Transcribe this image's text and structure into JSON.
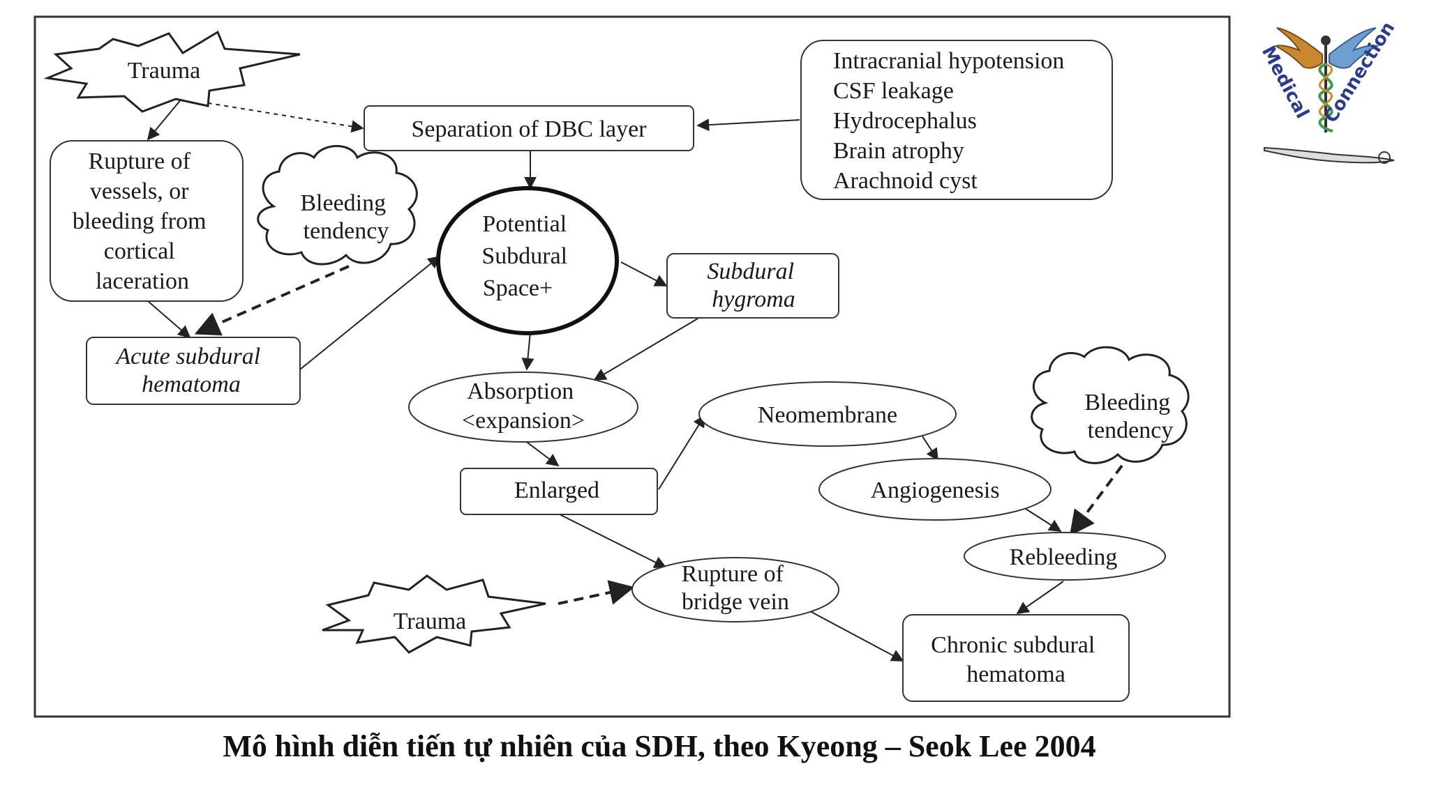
{
  "diagram": {
    "nodes": {
      "trauma_top": "Trauma",
      "separation": "Separation of DBC layer",
      "causes": [
        "Intracranial hypotension",
        "CSF leakage",
        "Hydrocephalus",
        "Brain atrophy",
        "Arachnoid cyst"
      ],
      "rupture_vessels": [
        "Rupture of",
        "vessels, or",
        "bleeding from",
        "cortical",
        "laceration"
      ],
      "bleeding_tendency_left": [
        "Bleeding",
        "tendency"
      ],
      "potential_space": [
        "Potential",
        "Subdural",
        "Space+"
      ],
      "subdural_hygroma": [
        "Subdural",
        "hygroma"
      ],
      "acute_sdh": [
        "Acute subdural",
        "hematoma"
      ],
      "absorption": [
        "Absorption",
        "<expansion>"
      ],
      "neomembrane": "Neomembrane",
      "bleeding_tendency_right": [
        "Bleeding",
        "tendency"
      ],
      "enlarged": "Enlarged",
      "angiogenesis": "Angiogenesis",
      "rebleeding": "Rebleeding",
      "rupture_bridge": [
        "Rupture of",
        "bridge vein"
      ],
      "trauma_bottom": "Trauma",
      "chronic_sdh": [
        "Chronic subdural",
        "hematoma"
      ]
    }
  },
  "logo": {
    "word1": "Medical",
    "word2": "Connection"
  },
  "caption": "Mô hình diễn tiến tự nhiên của SDH, theo Kyeong – Seok Lee 2004"
}
